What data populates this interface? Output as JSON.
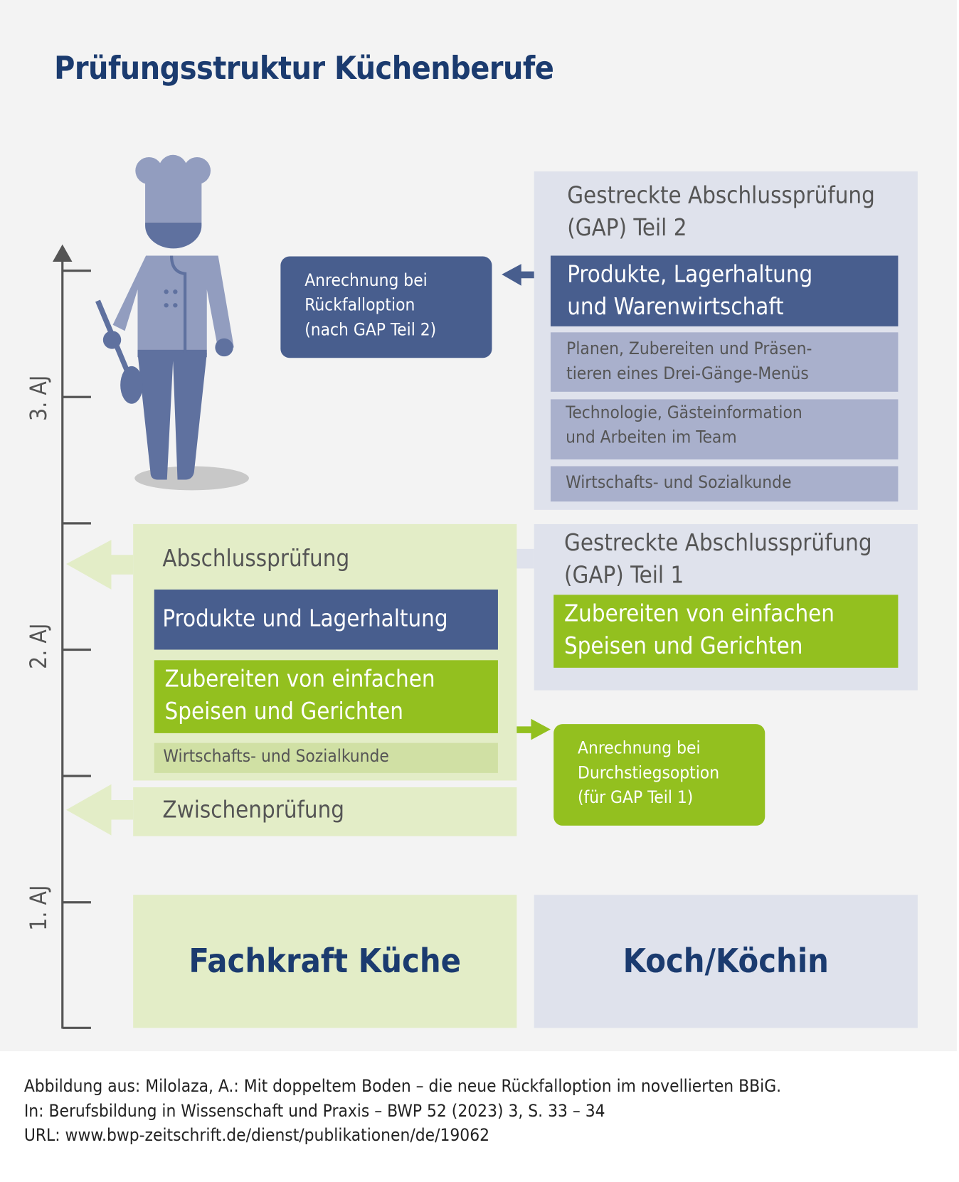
{
  "title": "Prüfungsstruktur Küchenberufe",
  "axis": {
    "labels": [
      "3. AJ",
      "2. AJ",
      "1. AJ"
    ]
  },
  "gap2": {
    "title_line1": "Gestreckte Abschlussprüfung",
    "title_line2": "(GAP) Teil 2",
    "main_line1": "Produkte, Lagerhaltung",
    "main_line2": "und Warenwirtschaft",
    "item1_line1": "Planen, Zubereiten und Präsen-",
    "item1_line2": "tieren eines Drei-Gänge-Menüs",
    "item2_line1": "Technologie, Gästeinformation",
    "item2_line2": "und Arbeiten im Team",
    "item3": "Wirtschafts- und Sozialkunde"
  },
  "rueckfall": {
    "line1": "Anrechnung bei",
    "line2": "Rückfalloption",
    "line3": "(nach GAP Teil 2)"
  },
  "abschluss": {
    "title": "Abschlussprüfung",
    "item1": "Produkte und Lagerhaltung",
    "item2_line1": "Zubereiten von einfachen",
    "item2_line2": "Speisen und Gerichten",
    "item3": "Wirtschafts- und Sozialkunde"
  },
  "zwischen": {
    "title": "Zwischenprüfung"
  },
  "gap1": {
    "title_line1": "Gestreckte Abschlussprüfung",
    "title_line2": "(GAP) Teil 1",
    "item_line1": "Zubereiten von einfachen",
    "item_line2": "Speisen und Gerichten"
  },
  "durchstieg": {
    "line1": "Anrechnung bei",
    "line2": "Durchstiegsoption",
    "line3": "(für GAP Teil 1)"
  },
  "professions": {
    "left": "Fachkraft Küche",
    "right": "Koch/Köchin"
  },
  "footer": {
    "line1": "Abbildung aus: Milolaza, A.: Mit doppeltem Boden – die neue Rückfalloption im novellierten BBiG.",
    "line2": "In: Berufsbildung in Wissenschaft und Praxis – BWP 52 (2023) 3, S. 33 – 34",
    "line3": "URL: www.bwp-zeitschrift.de/dienst/publikationen/de/19062"
  },
  "colors": {
    "dark_blue": "#485e8e",
    "green": "#93c01f",
    "light_green": "#e3edc7",
    "lavender": "#dfe2ec",
    "title": "#1b3b6f"
  }
}
